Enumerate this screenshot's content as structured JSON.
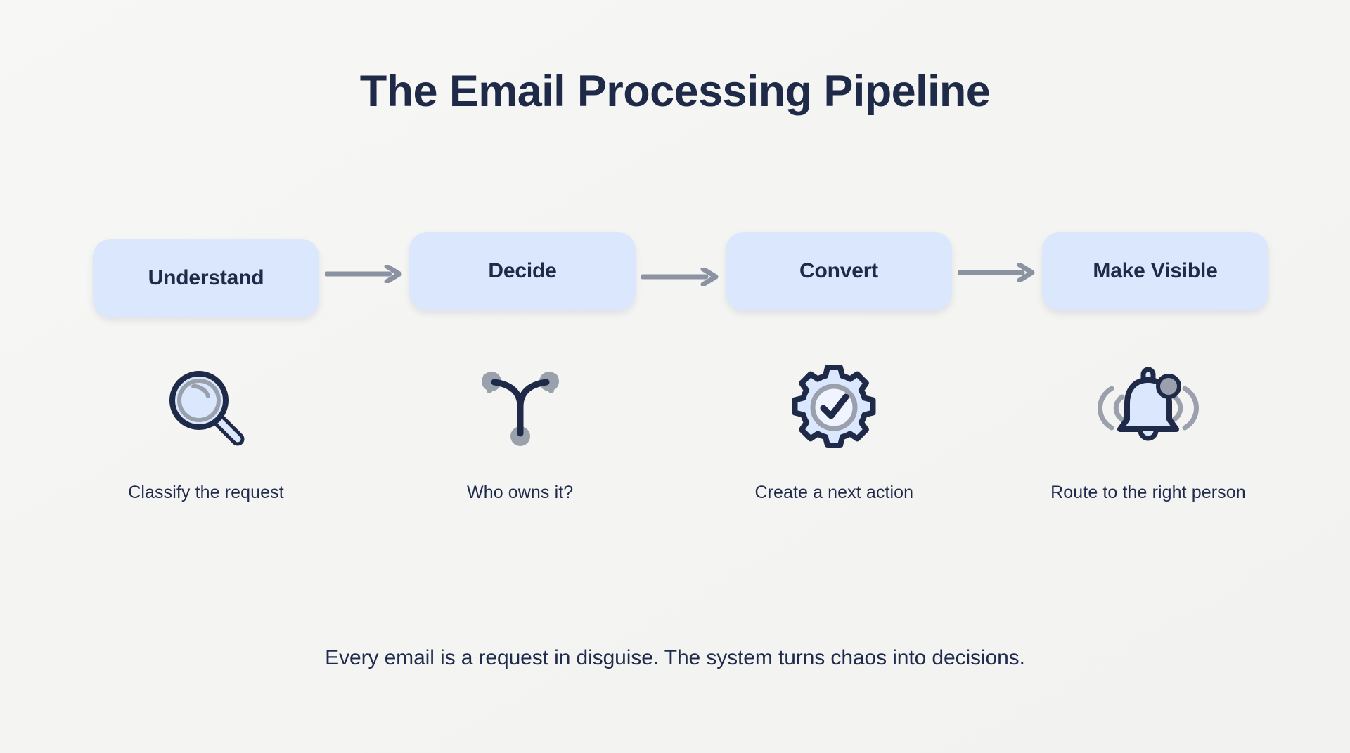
{
  "page": {
    "title": "The Email Processing Pipeline",
    "footer_note": "Every email is a request in disguise. The system turns chaos into decisions.",
    "background_color": "#f5f5f3",
    "text_color": "#1e2a47",
    "box_color": "#dbe7fd",
    "arrow_color": "#8b93a3",
    "icon_accent_color": "#9aa1ad",
    "icon_fill_color": "#dbe7fd",
    "icon_stroke_color": "#1e2a47"
  },
  "pipeline": {
    "stages": [
      {
        "label": "Understand",
        "caption": "Classify the request",
        "icon": "magnifying-glass-icon"
      },
      {
        "label": "Decide",
        "caption": "Who owns it?",
        "icon": "branch-fork-icon"
      },
      {
        "label": "Convert",
        "caption": "Create a next action",
        "icon": "gear-check-icon"
      },
      {
        "label": "Make Visible",
        "caption": "Route to the right person",
        "icon": "bell-notification-icon"
      }
    ],
    "connectors": [
      {
        "icon": "arrow-right-icon"
      },
      {
        "icon": "arrow-right-icon"
      },
      {
        "icon": "arrow-right-icon"
      }
    ]
  }
}
